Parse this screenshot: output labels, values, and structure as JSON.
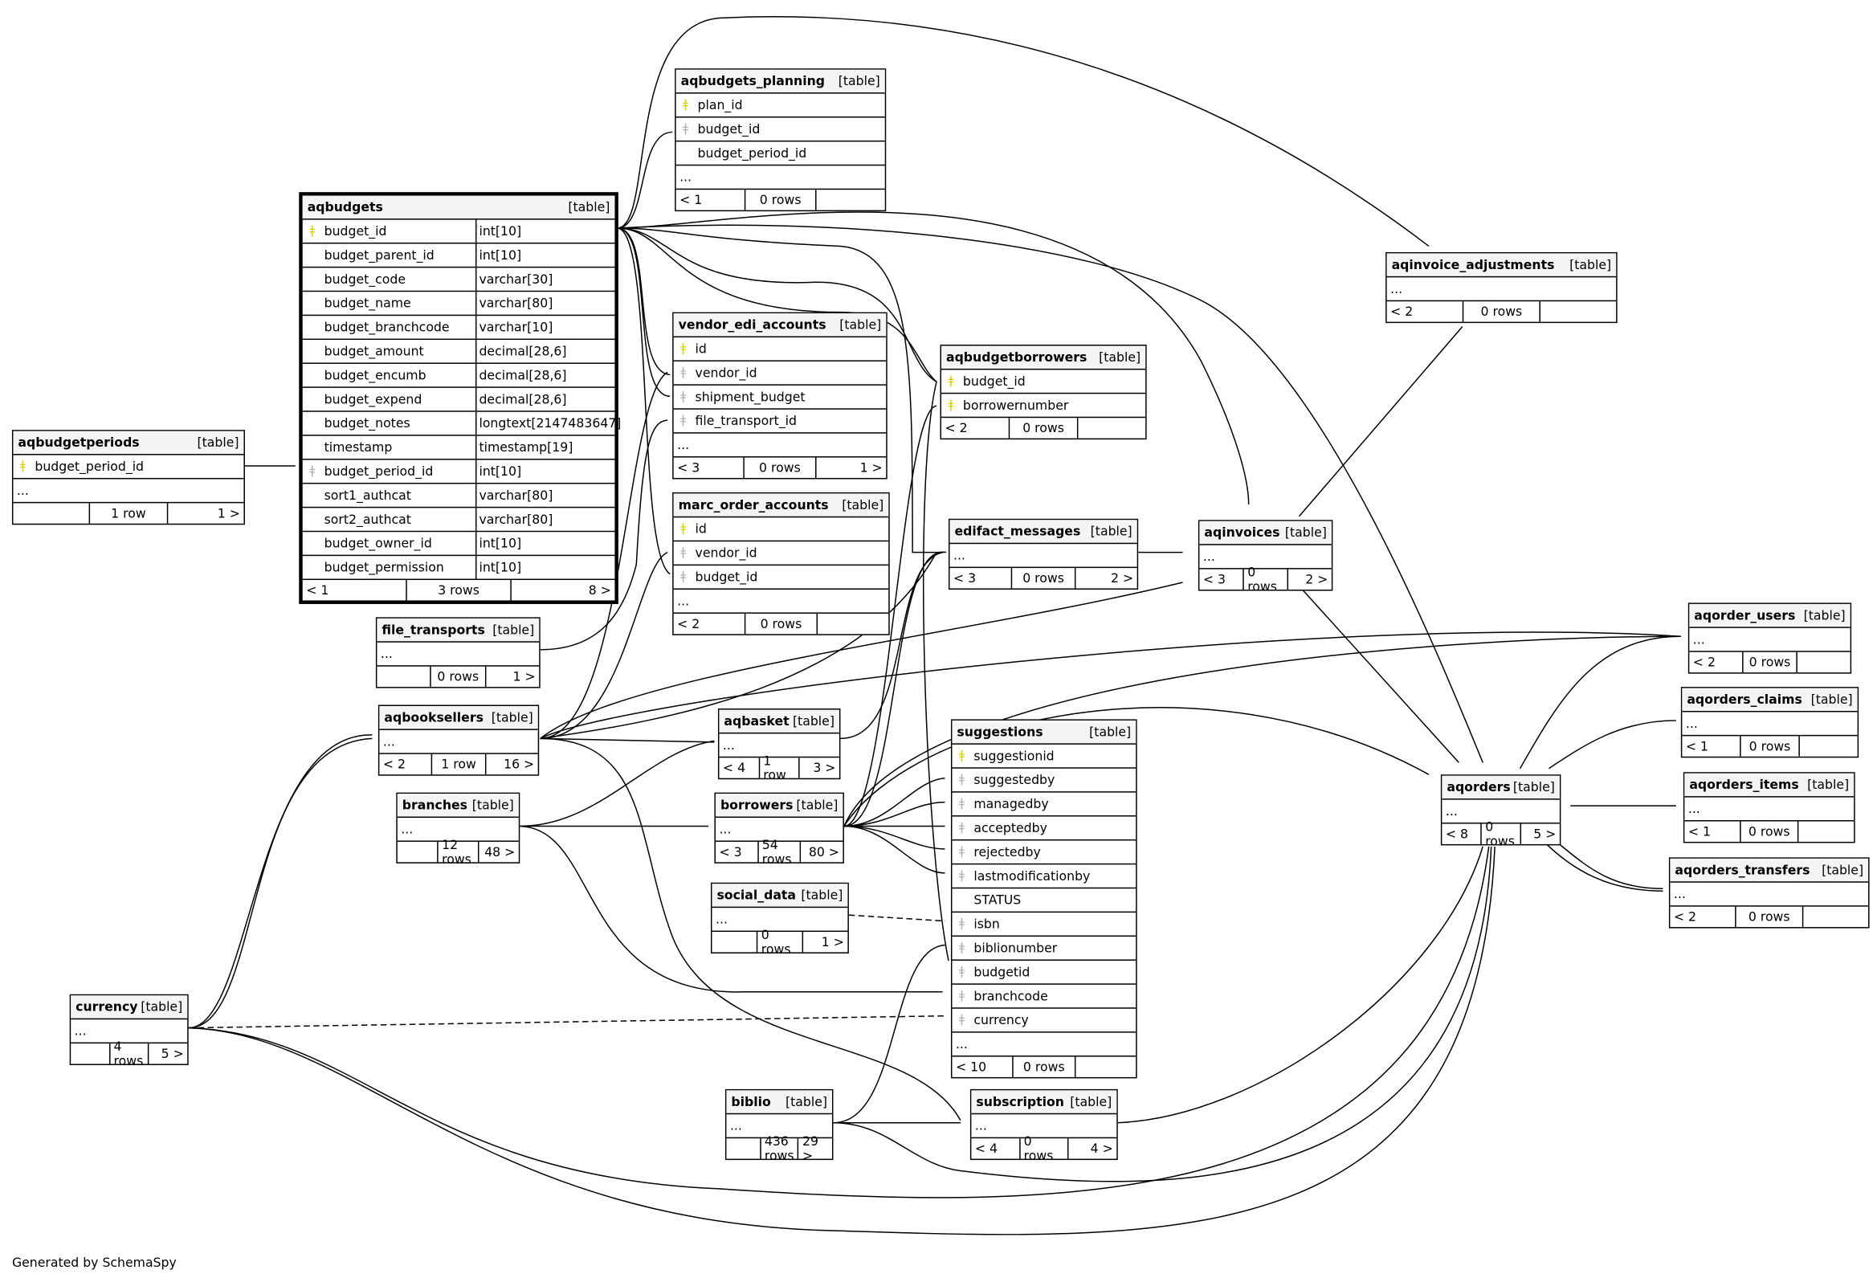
{
  "footer_text": "Generated by SchemaSpy",
  "type_label": "[table]",
  "tables": [
    {
      "name": "aqbudgetperiods",
      "rows": [
        {
          "c": "budget_period_id",
          "k": "pk"
        }
      ],
      "more": true,
      "foot": [
        "",
        "1 row",
        "1 >"
      ]
    },
    {
      "name": "aqbudgets",
      "focus": true,
      "rows": [
        {
          "c": "budget_id",
          "t": "int[10]",
          "k": "pk"
        },
        {
          "c": "budget_parent_id",
          "t": "int[10]"
        },
        {
          "c": "budget_code",
          "t": "varchar[30]"
        },
        {
          "c": "budget_name",
          "t": "varchar[80]"
        },
        {
          "c": "budget_branchcode",
          "t": "varchar[10]"
        },
        {
          "c": "budget_amount",
          "t": "decimal[28,6]"
        },
        {
          "c": "budget_encumb",
          "t": "decimal[28,6]"
        },
        {
          "c": "budget_expend",
          "t": "decimal[28,6]"
        },
        {
          "c": "budget_notes",
          "t": "longtext[2147483647]"
        },
        {
          "c": "timestamp",
          "t": "timestamp[19]"
        },
        {
          "c": "budget_period_id",
          "t": "int[10]",
          "k": "fk"
        },
        {
          "c": "sort1_authcat",
          "t": "varchar[80]"
        },
        {
          "c": "sort2_authcat",
          "t": "varchar[80]"
        },
        {
          "c": "budget_owner_id",
          "t": "int[10]"
        },
        {
          "c": "budget_permission",
          "t": "int[10]"
        }
      ],
      "more": false,
      "foot": [
        "< 1",
        "3 rows",
        "8 >"
      ]
    },
    {
      "name": "aqbudgets_planning",
      "rows": [
        {
          "c": "plan_id",
          "k": "pk"
        },
        {
          "c": "budget_id",
          "k": "fk"
        },
        {
          "c": "budget_period_id"
        }
      ],
      "more": true,
      "foot": [
        "< 1",
        "0 rows",
        ""
      ]
    },
    {
      "name": "vendor_edi_accounts",
      "rows": [
        {
          "c": "id",
          "k": "pk"
        },
        {
          "c": "vendor_id",
          "k": "fk"
        },
        {
          "c": "shipment_budget",
          "k": "fk"
        },
        {
          "c": "file_transport_id",
          "k": "fk"
        }
      ],
      "more": true,
      "foot": [
        "< 3",
        "0 rows",
        "1 >"
      ]
    },
    {
      "name": "marc_order_accounts",
      "rows": [
        {
          "c": "id",
          "k": "pk"
        },
        {
          "c": "vendor_id",
          "k": "fk"
        },
        {
          "c": "budget_id",
          "k": "fk"
        }
      ],
      "more": true,
      "foot": [
        "< 2",
        "0 rows",
        ""
      ]
    },
    {
      "name": "file_transports",
      "rows": [],
      "more": true,
      "foot": [
        "",
        "0 rows",
        "1 >"
      ]
    },
    {
      "name": "aqbooksellers",
      "rows": [],
      "more": true,
      "foot": [
        "< 2",
        "1 row",
        "16 >"
      ]
    },
    {
      "name": "branches",
      "rows": [],
      "more": true,
      "foot": [
        "",
        "12 rows",
        "48 >"
      ]
    },
    {
      "name": "currency",
      "rows": [],
      "more": true,
      "foot": [
        "",
        "4 rows",
        "5 >"
      ]
    },
    {
      "name": "aqbasket",
      "rows": [],
      "more": true,
      "foot": [
        "< 4",
        "1 row",
        "3 >"
      ]
    },
    {
      "name": "borrowers",
      "rows": [],
      "more": true,
      "foot": [
        "< 3",
        "54 rows",
        "80 >"
      ]
    },
    {
      "name": "social_data",
      "rows": [],
      "more": true,
      "foot": [
        "",
        "0 rows",
        "1 >"
      ]
    },
    {
      "name": "biblio",
      "rows": [],
      "more": true,
      "foot": [
        "",
        "436 rows",
        "29 >"
      ]
    },
    {
      "name": "aqbudgetborrowers",
      "rows": [
        {
          "c": "budget_id",
          "k": "pk"
        },
        {
          "c": "borrowernumber",
          "k": "pk"
        }
      ],
      "more": false,
      "foot": [
        "< 2",
        "0 rows",
        ""
      ]
    },
    {
      "name": "edifact_messages",
      "rows": [],
      "more": true,
      "foot": [
        "< 3",
        "0 rows",
        "2 >"
      ]
    },
    {
      "name": "suggestions",
      "rows": [
        {
          "c": "suggestionid",
          "k": "pk"
        },
        {
          "c": "suggestedby",
          "k": "fk"
        },
        {
          "c": "managedby",
          "k": "fk"
        },
        {
          "c": "acceptedby",
          "k": "fk"
        },
        {
          "c": "rejectedby",
          "k": "fk"
        },
        {
          "c": "lastmodificationby",
          "k": "fk"
        },
        {
          "c": "STATUS"
        },
        {
          "c": "isbn",
          "k": "fk"
        },
        {
          "c": "biblionumber",
          "k": "fk"
        },
        {
          "c": "budgetid",
          "k": "fk"
        },
        {
          "c": "branchcode",
          "k": "fk"
        },
        {
          "c": "currency",
          "k": "fk"
        }
      ],
      "more": true,
      "foot": [
        "< 10",
        "0 rows",
        ""
      ]
    },
    {
      "name": "subscription",
      "rows": [],
      "more": true,
      "foot": [
        "< 4",
        "0 rows",
        "4 >"
      ]
    },
    {
      "name": "aqinvoice_adjustments",
      "rows": [],
      "more": true,
      "foot": [
        "< 2",
        "0 rows",
        ""
      ]
    },
    {
      "name": "aqinvoices",
      "rows": [],
      "more": true,
      "foot": [
        "< 3",
        "0 rows",
        "2 >"
      ]
    },
    {
      "name": "aqorders",
      "rows": [],
      "more": true,
      "foot": [
        "< 8",
        "0 rows",
        "5 >"
      ]
    },
    {
      "name": "aqorder_users",
      "rows": [],
      "more": true,
      "foot": [
        "< 2",
        "0 rows",
        ""
      ]
    },
    {
      "name": "aqorders_claims",
      "rows": [],
      "more": true,
      "foot": [
        "< 1",
        "0 rows",
        ""
      ]
    },
    {
      "name": "aqorders_items",
      "rows": [],
      "more": true,
      "foot": [
        "< 1",
        "0 rows",
        ""
      ]
    },
    {
      "name": "aqorders_transfers",
      "rows": [],
      "more": true,
      "foot": [
        "< 2",
        "0 rows",
        ""
      ]
    }
  ],
  "more_label": "...",
  "key_icons": {
    "pk": "primary-key-icon",
    "fk": "foreign-key-icon"
  }
}
